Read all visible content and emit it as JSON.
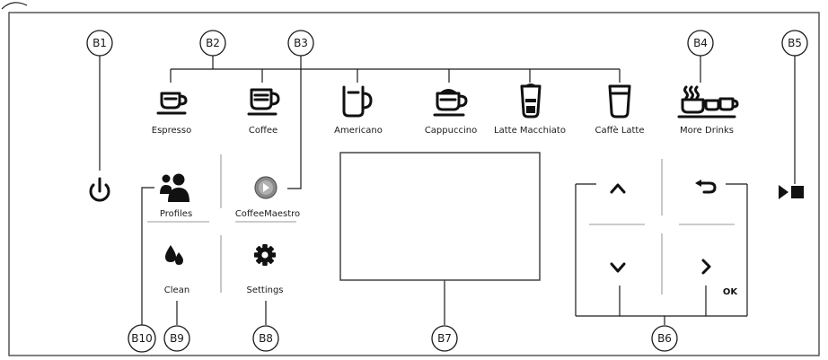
{
  "callouts": {
    "b1": "B1",
    "b2": "B2",
    "b3": "B3",
    "b4": "B4",
    "b5": "B5",
    "b6": "B6",
    "b7": "B7",
    "b8": "B8",
    "b9": "B9",
    "b10": "B10"
  },
  "drinks": {
    "espresso": "Espresso",
    "coffee": "Coffee",
    "americano": "Americano",
    "cappuccino": "Cappuccino",
    "latte_macchiato": "Latte Macchiato",
    "caffe_latte": "Caffè Latte",
    "more_drinks": "More Drinks"
  },
  "menu": {
    "profiles": "Profiles",
    "coffee_maestro": "CoffeeMaestro",
    "clean": "Clean",
    "settings": "Settings"
  },
  "nav": {
    "ok": "OK"
  },
  "icons": {
    "power": "power-icon",
    "start_stop": "play-stop-icon",
    "profiles": "profiles-icon",
    "coffee_maestro": "coffeemaestro-icon",
    "clean": "water-drop-icon",
    "settings": "gear-icon",
    "up": "chevron-up-icon",
    "down": "chevron-down-icon",
    "right": "chevron-right-icon",
    "back": "back-arrow-icon"
  },
  "colors": {
    "line": "#1a1a1a",
    "grid": "#9a9a9a",
    "panel_border": "#555555"
  }
}
